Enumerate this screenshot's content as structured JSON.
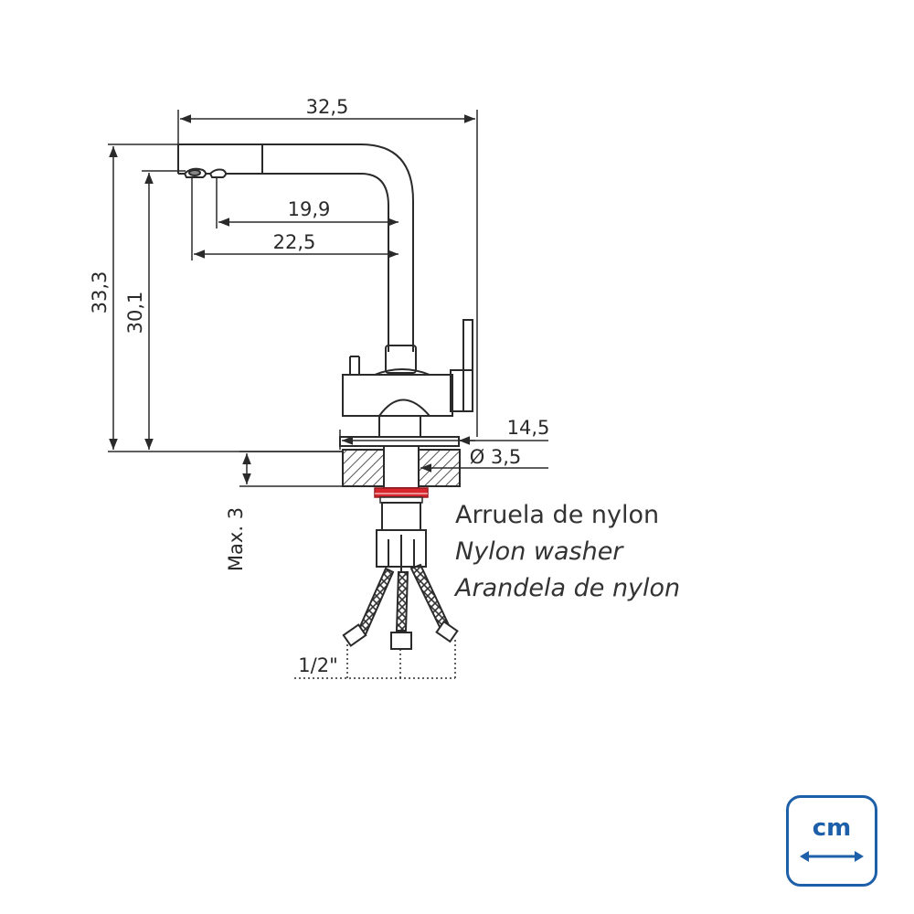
{
  "dimensions": {
    "overall_width": "32,5",
    "overall_height": "33,3",
    "spout_height": "30,1",
    "reach_inner": "19,9",
    "reach_outer": "22,5",
    "body_offset": "14,5",
    "hole_diameter": "Ø 3,5",
    "max_thickness": "Max. 3",
    "connection": "1/2\""
  },
  "washer_label": {
    "pt": "Arruela de nylon",
    "en": "Nylon washer",
    "es": "Arandela de nylon"
  },
  "unit_badge": {
    "text": "cm",
    "icon": "double-arrow-icon"
  },
  "colors": {
    "line": "#2a2a2a",
    "washer": "#d9262c",
    "badge": "#1d5fa8",
    "hatch": "#555555"
  }
}
